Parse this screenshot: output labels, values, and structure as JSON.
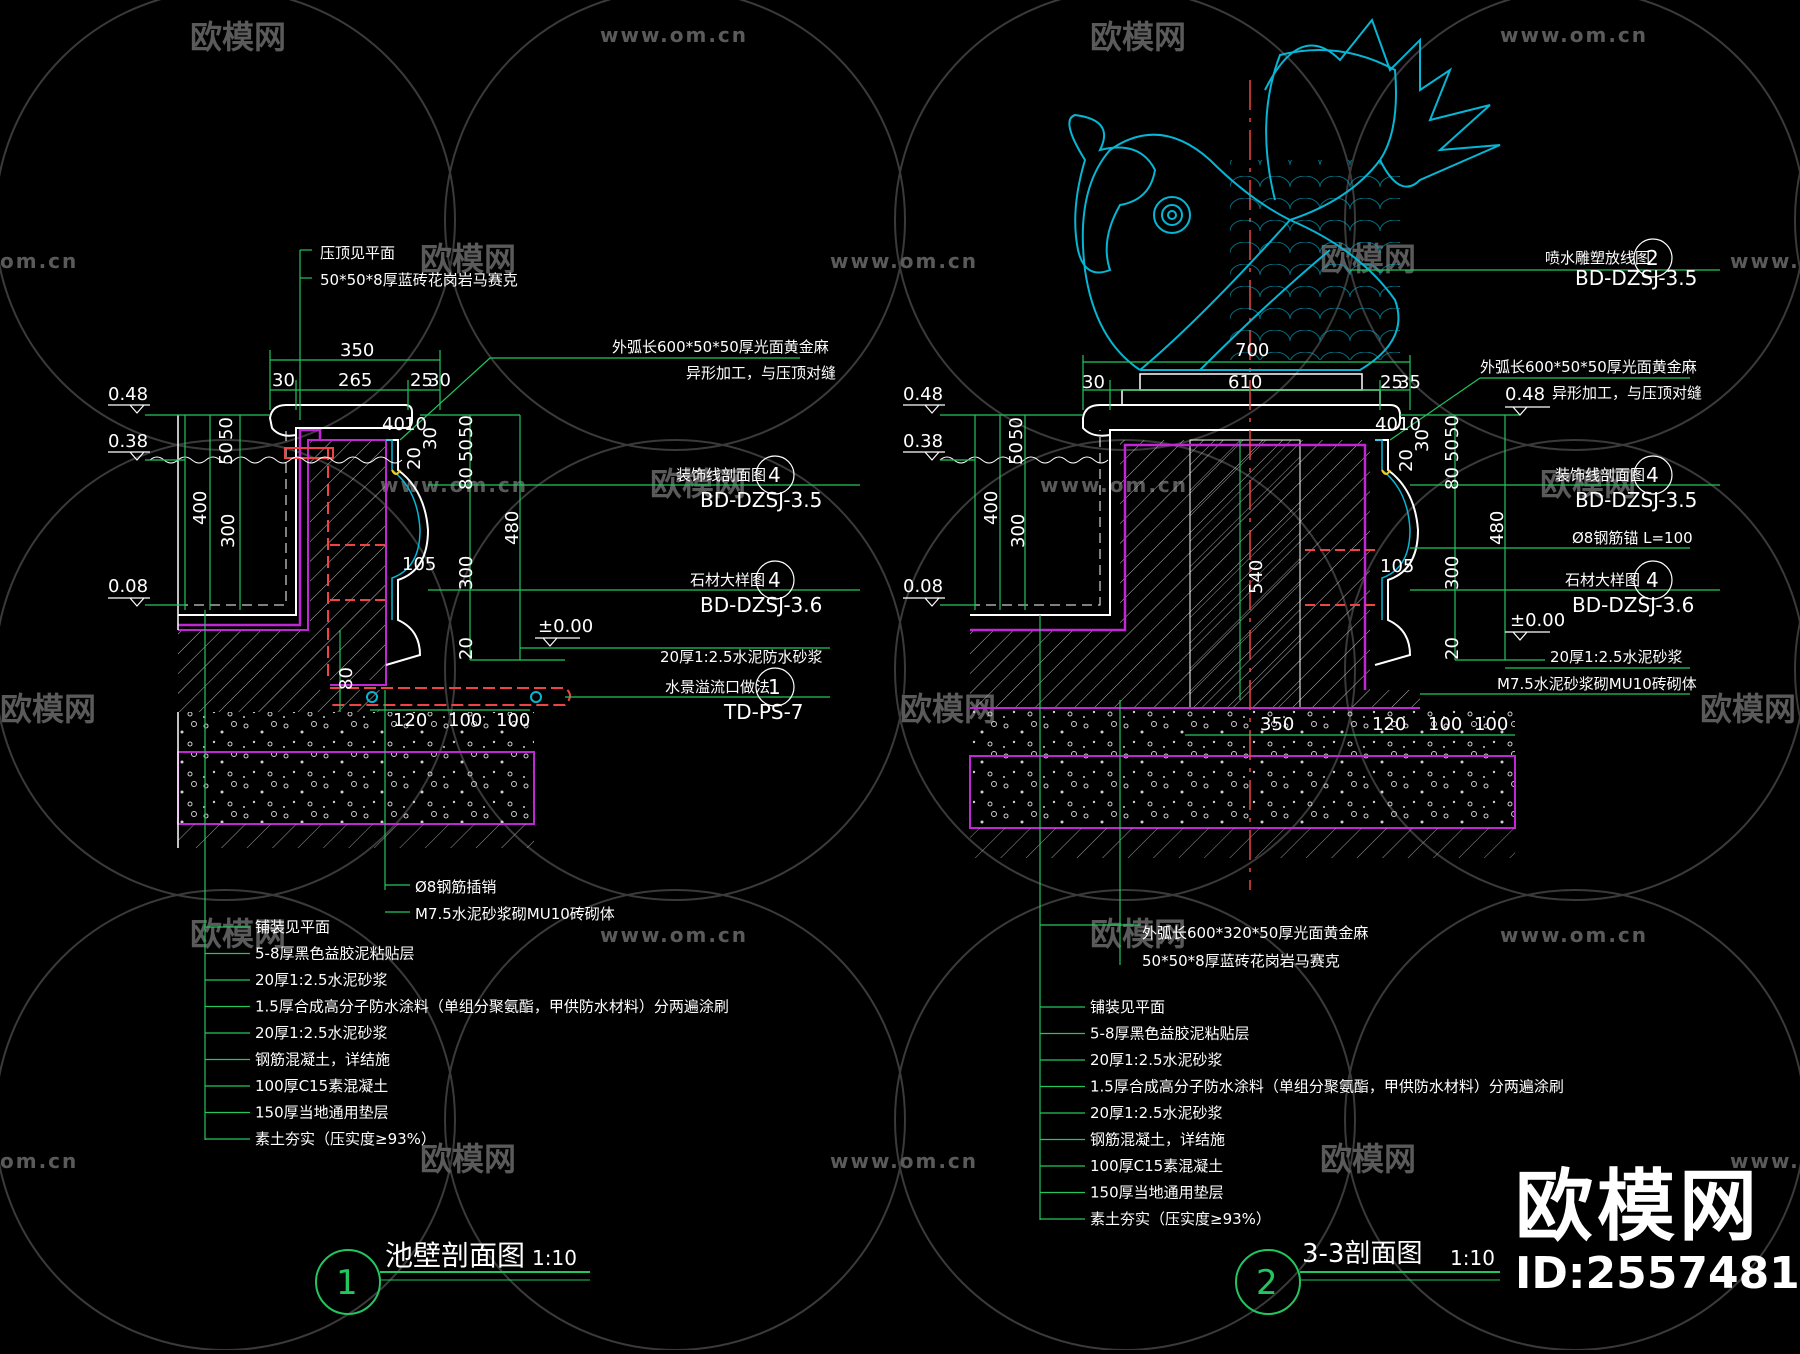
{
  "watermark": {
    "brand": "欧模网",
    "url": "www.om.cn",
    "url_short": "om.cn"
  },
  "brand": {
    "name": "欧模网",
    "id": "ID:2557481"
  },
  "colors": {
    "outline": "#ffffff",
    "dim": "#22c55e",
    "wall": "#c026d3",
    "red": "#ef4444",
    "cyan": "#06b6d4",
    "yellow": "#facc15"
  },
  "left": {
    "title": "池壁剖面图",
    "scale": "1:10",
    "number": "1",
    "top_notes": [
      "压顶见平面",
      "50*50*8厚蓝砖花岗岩马赛克"
    ],
    "dims_top": [
      "350",
      "30",
      "265",
      "25",
      "30"
    ],
    "dims_small": [
      "40",
      "10",
      "20",
      "30"
    ],
    "dims_right": [
      "50",
      "50",
      "80",
      "300",
      "20",
      "480"
    ],
    "dims_left": [
      "50",
      "50",
      "400",
      "300",
      "80"
    ],
    "dim_105": "105",
    "dims_bottom": [
      "120",
      "100",
      "100"
    ],
    "levels": [
      "0.48",
      "0.38",
      "0.08",
      "±0.00"
    ],
    "callouts": [
      {
        "text": "外弧长600*50*50厚光面黄金麻",
        "text2": "异形加工，与压顶对缝"
      },
      {
        "text": "装饰线剖面图",
        "num": "4",
        "code": "BD-DZSJ-3.5"
      },
      {
        "text": "石材大样图",
        "num": "4",
        "code": "BD-DZSJ-3.6"
      },
      {
        "text": "20厚1:2.5水泥防水砂浆"
      },
      {
        "text": "水景溢流口做法",
        "num": "1",
        "code": "TD-PS-7"
      }
    ],
    "mid_notes": [
      "Ø8钢筋插销",
      "M7.5水泥砂浆砌MU10砖砌体"
    ],
    "layers": [
      "铺装见平面",
      "5-8厚黑色益胶泥粘贴层",
      "20厚1:2.5水泥砂浆",
      "1.5厚合成高分子防水涂料（单组分聚氨酯，甲供防水材料）分两遍涂刷",
      "20厚1:2.5水泥砂浆",
      "钢筋混凝土，详结施",
      "100厚C15素混凝土",
      "150厚当地通用垫层",
      "素土夯实（压实度≥93%）"
    ]
  },
  "right": {
    "title": "3-3剖面图",
    "scale": "1:10",
    "number": "2",
    "dims_top": [
      "700",
      "30",
      "610",
      "25",
      "35"
    ],
    "dims_small": [
      "40",
      "10",
      "20",
      "30"
    ],
    "dims_right": [
      "50",
      "50",
      "80",
      "300",
      "20",
      "480"
    ],
    "dims_left": [
      "50",
      "50",
      "400",
      "300"
    ],
    "dim_540": "540",
    "dim_105": "105",
    "dims_bottom": [
      "350",
      "120",
      "100",
      "100"
    ],
    "levels": [
      "0.48",
      "0.38",
      "0.08",
      "±0.00"
    ],
    "level_mid": "0.48",
    "callouts": [
      {
        "text": "喷水雕塑放线图",
        "num": "2",
        "code": "BD-DZSJ-3.5"
      },
      {
        "text": "外弧长600*50*50厚光面黄金麻",
        "text2": "异形加工，与压顶对缝"
      },
      {
        "text": "装饰线剖面图",
        "num": "4",
        "code": "BD-DZSJ-3.5"
      },
      {
        "text": "Ø8钢筋锚 L=100"
      },
      {
        "text": "石材大样图",
        "num": "4",
        "code": "BD-DZSJ-3.6"
      },
      {
        "text": "20厚1:2.5水泥砂浆"
      },
      {
        "text": "M7.5水泥砂浆砌MU10砖砌体"
      }
    ],
    "bottom_notes": [
      "外弧长600*320*50厚光面黄金麻",
      "50*50*8厚蓝砖花岗岩马赛克"
    ],
    "layers": [
      "铺装见平面",
      "5-8厚黑色益胶泥粘贴层",
      "20厚1:2.5水泥砂浆",
      "1.5厚合成高分子防水涂料（单组分聚氨酯，甲供防水材料）分两遍涂刷",
      "20厚1:2.5水泥砂浆",
      "钢筋混凝土，详结施",
      "100厚C15素混凝土",
      "150厚当地通用垫层",
      "素土夯实（压实度≥93%）"
    ]
  }
}
